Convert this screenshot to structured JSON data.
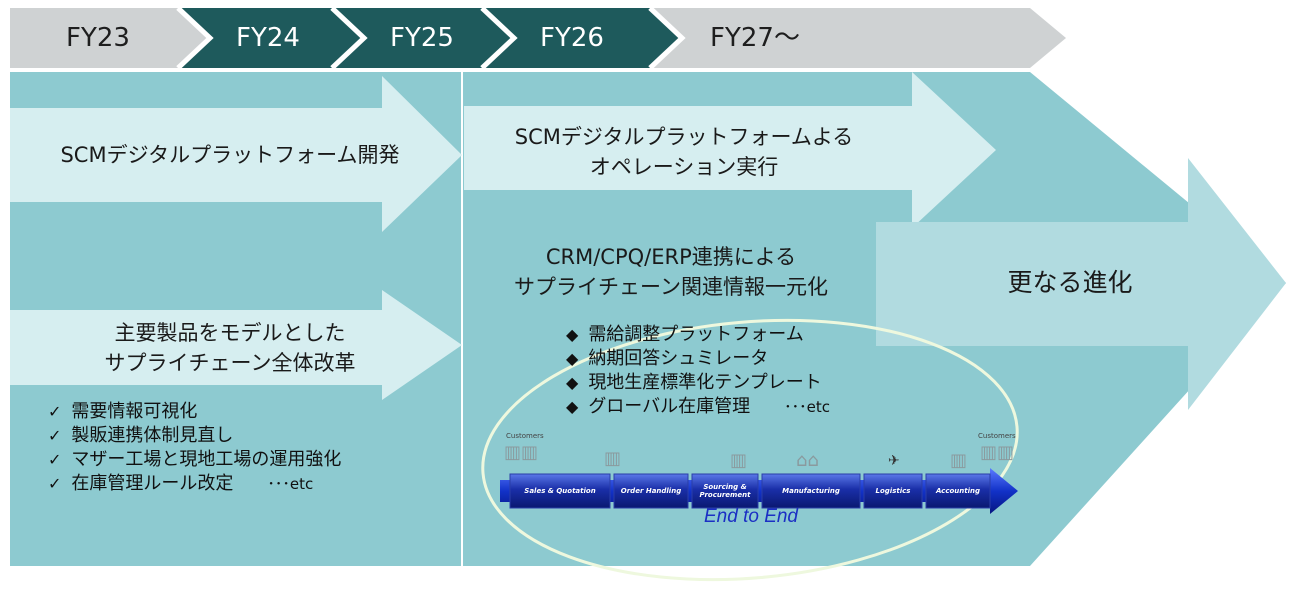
{
  "timeline": {
    "years": [
      "FY23",
      "FY24",
      "FY25",
      "FY26",
      "FY27〜"
    ]
  },
  "left": {
    "banner1": "SCMデジタルプラットフォーム開発",
    "banner2_line1": "主要製品をモデルとした",
    "banner2_line2": "サプライチェーン全体改革",
    "checklist": [
      "需要情報可視化",
      "製販連携体制見直し",
      "マザー工場と現地工場の運用強化",
      "在庫管理ルール改定"
    ],
    "check_mark": "✓",
    "etc": "･･･etc"
  },
  "middle": {
    "banner1_line1": "SCMデジタルプラットフォームよる",
    "banner1_line2": "オペレーション実行",
    "heading_line1": "CRM/CPQ/ERP連携による",
    "heading_line2": "サプライチェーン関連情報一元化",
    "bullets": [
      "需給調整プラットフォーム",
      "納期回答シュミレータ",
      "現地生産標準化テンプレート",
      "グローバル在庫管理"
    ],
    "bullet_mark": "◆",
    "etc": "･･･etc"
  },
  "right": {
    "label": "更なる進化"
  },
  "process": {
    "customers_left": "Customers",
    "customers_right": "Customers",
    "steps": [
      "Sales & Quotation",
      "Order Handling",
      "Sourcing & Procurement",
      "Manufacturing",
      "Logistics",
      "Accounting"
    ],
    "caption": "End to End",
    "plane": "✈"
  },
  "colors": {
    "timeline_gray": "#cfd2d3",
    "timeline_dark": "#1e5a5c",
    "panel_teal": "#8dcad0",
    "arrow_light": "#d6eef0",
    "process_blue": "#0a1f9c",
    "caption_blue": "#1b2fc4"
  }
}
